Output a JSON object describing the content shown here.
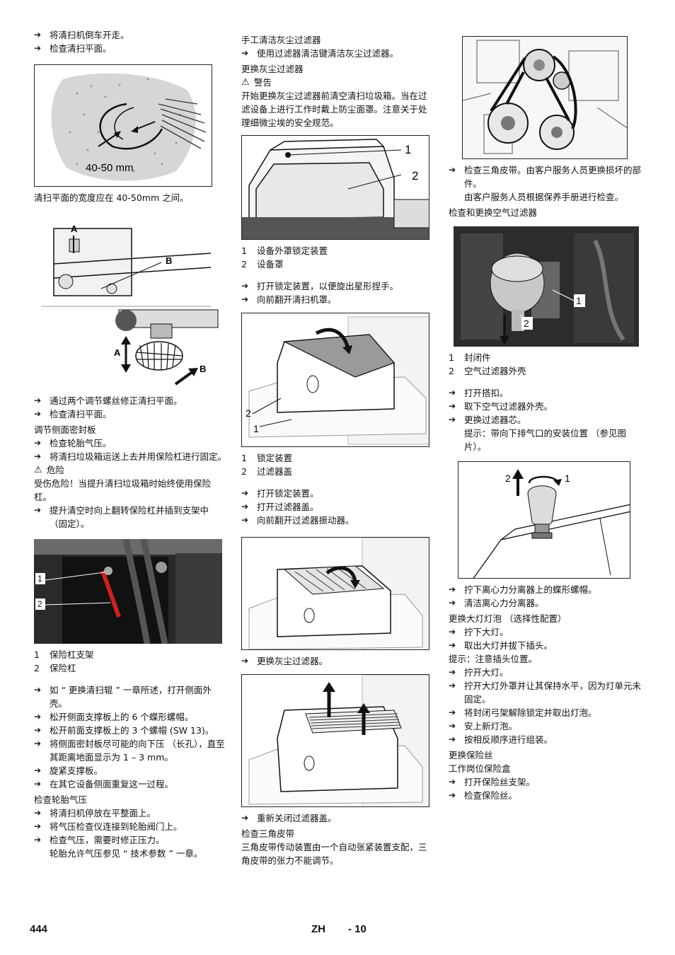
{
  "col1": {
    "s1": "将清扫机倒车开走。",
    "s2": "检查清扫平面。",
    "fig1_label": "40-50 mm",
    "p1": "清扫平面的宽度应在 40-50mm 之间。",
    "fig2_labels": {
      "a": "A",
      "b": "B"
    },
    "s3": "通过两个调节螺丝修正清扫平面。",
    "s4": "检查清扫平面。",
    "h1": "调节侧面密封板",
    "s5": "检查轮胎气压。",
    "s6": "将清扫垃圾箱运送上去并用保险杠进行固定。",
    "danger_label": "危险",
    "danger_text": "受伤危险！当提升清扫垃圾箱时始终使用保险杠。",
    "s7": "提升清空时向上翻转保险杠并插到支架中 （固定）。",
    "fig3_labels": {
      "n1": "1",
      "n2": "2"
    },
    "legend3": [
      {
        "num": "1",
        "text": "保险杠支架"
      },
      {
        "num": "2",
        "text": "保险杠"
      }
    ],
    "s8": "如 “ 更换清扫辊 ” 一章所述，打开侧面外壳。",
    "s9": "松开侧面支撑板上的 6 个蝶形螺帽。",
    "s10": "松开前面支撑板上的 3 个螺帽 (SW 13)。",
    "s11": "将侧面密封板尽可能的向下压 （长孔），直至其距离地面显示为 1 – 3 mm。",
    "s12": "旋紧支撑板。",
    "s13": "在其它设备侧面重复这一过程。",
    "h2": "检查轮胎气压",
    "s14": "将清扫机停放在平整面上。",
    "s15": "将气压检查仪连接到轮胎阀门上。",
    "s16": "检查气压，需要时修正压力。",
    "p2": "轮胎允许气压参见 “ 技术参数 ” 一章。"
  },
  "col2": {
    "h1": "手工清洁灰尘过滤器",
    "s1": "使用过滤器清洁键清洁灰尘过滤器。",
    "h2": "更换灰尘过滤器",
    "warn_label": "警告",
    "p1": "开始更换灰尘过滤器前清空清扫垃圾箱。当在过滤设备上进行工作时戴上防尘面罩。注意关于处理细微尘埃的安全规范。",
    "fig1_labels": {
      "n1": "1",
      "n2": "2"
    },
    "legend1": [
      {
        "num": "1",
        "text": "设备外罩锁定装置"
      },
      {
        "num": "2",
        "text": "设备罩"
      }
    ],
    "s2": "打开锁定装置，以便旋出星形捏手。",
    "s3": "向前翻开清扫机罩。",
    "fig2_labels": {
      "n1": "1",
      "n2": "2"
    },
    "legend2": [
      {
        "num": "1",
        "text": "锁定装置"
      },
      {
        "num": "2",
        "text": "过滤器盖"
      }
    ],
    "s4": "打开锁定装置。",
    "s5": "打开过滤器盖。",
    "s6": "向前翻开过滤器振动器。",
    "s7": "更换灰尘过滤器。",
    "s8": "重新关闭过滤器盖。",
    "h3": "检查三角皮带",
    "p2": "三角皮带传动装置由一个自动张紧装置支配，三角皮带的张力不能调节。"
  },
  "col3": {
    "s1": "检查三角皮带。由客户服务人员更换损坏的部件。",
    "p1": "由客户服务人员根据保养手册进行检查。",
    "h1": "检查和更换空气过滤器",
    "fig2_labels": {
      "n1": "1",
      "n2": "2"
    },
    "legend2": [
      {
        "num": "1",
        "text": "封闭件"
      },
      {
        "num": "2",
        "text": "空气过滤器外壳"
      }
    ],
    "s2": "打开搭扣。",
    "s3": "取下空气过滤器外壳。",
    "s4": "更换过滤器芯。",
    "p2": "提示：带向下排气口的安装位置 （参见图片）。",
    "fig3_labels": {
      "n1": "1",
      "n2": "2"
    },
    "s5": "拧下离心力分离器上的蝶形螺帽。",
    "s6": "清洁离心力分离器。",
    "h2": "更换大灯灯泡 （选择性配置）",
    "s7": "拧下大灯。",
    "s8": "取出大灯并拔下插头。",
    "p3": "提示：注意插头位置。",
    "s9": "拧开大灯。",
    "s10": "拧开大灯外罩并让其保持水平，因为灯单元未固定。",
    "s11": "将封闭弓架解除锁定并取出灯泡。",
    "s12": "安上新灯泡。",
    "s13": "按相反顺序进行组装。",
    "h3": "更换保险丝",
    "h4": "工作岗位保险盒",
    "s14": "打开保险丝支架。",
    "s15": "检查保险丝。"
  },
  "footer": {
    "page": "444",
    "lang": "ZH",
    "sub": "- 10"
  },
  "icons": {
    "step": "arrow-right-icon",
    "warning": "warning-triangle-icon"
  }
}
